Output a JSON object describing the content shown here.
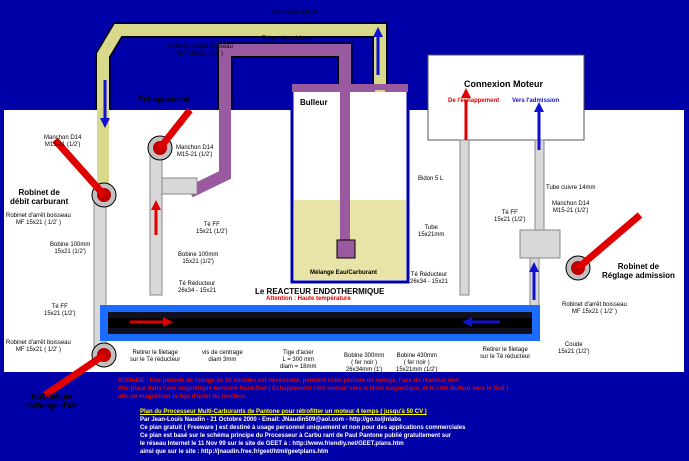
{
  "colors": {
    "background": "#0000a8",
    "panel": "#ffffff",
    "yellow_tube": "#d9d98c",
    "purple_tube": "#9a5aa0",
    "reactor": "#101020",
    "reactor_glow": "#1a6cff",
    "fuel": "#e8e4a8",
    "arrow_red": "#e00000",
    "arrow_blue": "#1010d0",
    "valve": "#c0c0c0"
  },
  "top": {
    "tube_top_label": "Tube cuivre 14mm",
    "tube_mid_label": "Tube cuivre 14mm"
  },
  "left": {
    "valve_top_label": "Robinet d'arrêt boisseau\nMF 15x21 ( 1/2' )",
    "echappement": "Echappement",
    "manchon_left": "Manchon D14\nM15-21 (1/2')",
    "manchon_mid": "Manchon D14\nM15-21 (1/2')",
    "robinet_debit": "Robinet de\ndébit carburant",
    "robinet_arret_left": "Robinet d'arrêt boisseau\nMF 15x21 ( 1/2' )",
    "te_ff_mid": "Té FF\n15x21 (1/2')",
    "bobine_100_left": "Bobine 100mm\n15x21 (1/2')",
    "bobine_100_mid": "Bobine 100mm\n15x21 (1/2')",
    "te_reducteur_left": "Té Réducteur\n26x34 - 15x21",
    "te_ff_left": "Té FF\n15x21 (1/2')",
    "robinet_arret_bottom": "Robinet d'arrêt boisseau\nMF 15x21 ( 1/2' )",
    "robinet_melange": "Robinet de\nmélange d'air"
  },
  "center": {
    "bulleur": "Bulleur",
    "melange": "Mélange Eau/Carburant",
    "reacteur_title": "Le REACTEUR ENDOTHERMIQUE",
    "attention": "Attention : Haute température",
    "retirer": "Retirer le filetage\nsur le Té réducteur",
    "vis": "vis de centrage\ndiam 3mm",
    "tige": "Tige d'acier\nL = 300 mm\ndiam = 18mm",
    "bobine_300": "Bobine 300mm\n( fer noir )\n26x34mm (1')",
    "bobine_430": "Bobine 430mm\n( fer noir )\n15x21mm (1/2')"
  },
  "right": {
    "connexion": "Connexion Moteur",
    "de_echappement": "De l'échappement",
    "vers_admission": "Vers l'admission",
    "bidon": "Bidon 5 L",
    "tube_15": "Tube\n15x21mm",
    "te_ff_right": "Té FF\n15x21 (1/2')",
    "tube_cuivre_right": "Tube cuivre 14mm",
    "manchon_right": "Manchon D14\nM15-21 (1/2')",
    "te_reducteur_right": "Té Réducteur\n26x34 - 15x21",
    "robinet_reglage": "Robinet de\nRéglage admission",
    "robinet_arret_right": "Robinet d'arrêt boisseau\nMF 15x21 ( 1/2' )",
    "coude": "Coude\n15x21 (1/2')",
    "retirer_right": "Retirer le filetage\nsur le Té réducteur"
  },
  "notes": {
    "rodage1": "RODAGE : Une période de rodage de 20 minutes est nécessaire, pendant cette période de rodage, l'axe du réacteur doit",
    "rodage2": "être placé dans l'axe magnétique terrestre Nord-Sud ( Echappement côté moteur vers le Nord magnétique, et le côté Bulleur vers le Sud )",
    "rodage3": "afin de magnétiser la tige d'acier du réacteur.",
    "credit1": "Plan du Processeur Multi-Carburants de Pantone pour rétrofitter un moteur 4 temps ( jusqu'à 50 CV )",
    "credit2": "Par Jean-Louis Naudin - 21 Octobre 2000 - Email: JNaudin509@aol.com - http://go.to/jlnlabs",
    "credit3": "Ce plan gratuit ( Freeware ) est destiné à usage personnel uniquement et non pour des applications commerciales",
    "credit4": "Ce plan est basé sur le schéma principe du Processeur à Carbu rant de Paul Pantone publié gratuitement sur",
    "credit5": "le réseau Internet le 11 Nov 99 sur le site de GEET à : http://www.friendly.net/GEET.plans.htm",
    "credit6": "ainsi que sur le site : http://jnaudin.free.fr/geet/html/geetplans.htm"
  }
}
